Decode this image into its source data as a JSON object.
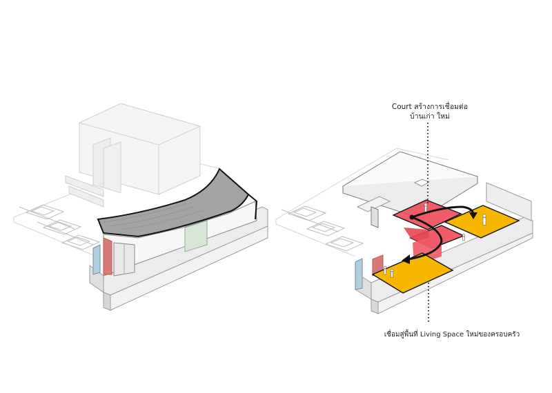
{
  "annotations": {
    "court_line1": "Court สร้างการเชื่อมต่อ",
    "court_line2": "บ้านเก่า ใหม่",
    "living_space": "เชื่อมสู่พื้นที่ Living Space ใหม่ของครอบครัว"
  },
  "colors": {
    "line": "#777777",
    "faint": "#d9d9d9",
    "court_red": "#ef4f5c",
    "living_yellow": "#f7b600",
    "roof": "#9a9a9a",
    "arrow": "#111111"
  }
}
